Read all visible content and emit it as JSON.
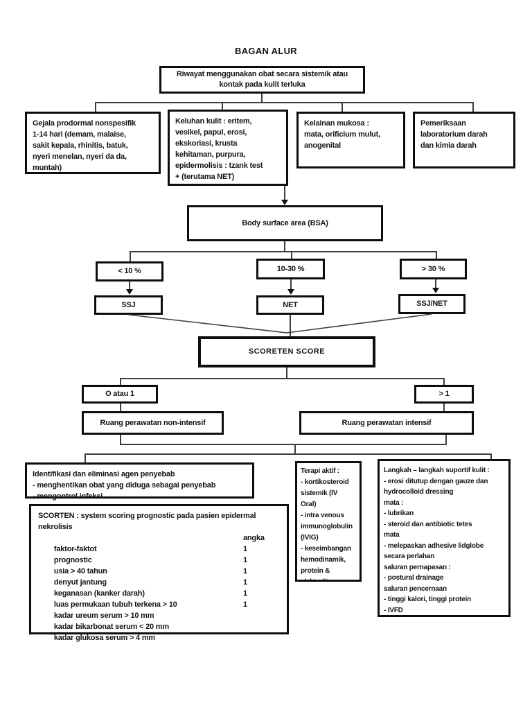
{
  "title": "BAGAN ALUR",
  "flow": {
    "riwayat": "Riwayat menggunakan obat secara sistemik atau\nkontak pada kulit terluka",
    "gejala": "Gejala prodormal nonspesifik\n1-14 hari (demam, malaise,\nsakit kepala, rhinitis, batuk,\nnyeri menelan, nyeri da da,\nmuntah)",
    "keluhan": "Keluhan kulit : eritem,\nvesikel, papul, erosi,\nekskoriasi, krusta\nkehitaman, purpura,\nepidermolisis : tzank test\n+ (terutama NET)",
    "kelainan": "Kelainan mukosa :\nmata, orificium mulut,\nanogenital",
    "pemeriksaan": "Pemeriksaan\nlaboratorium darah\ndan kimia darah",
    "bsa": "Body surface area (BSA)",
    "pct_lt10": "< 10 %",
    "pct_mid": "10-30 %",
    "pct_gt30": "> 30 %",
    "dx_ssj": "SSJ",
    "dx_net": "NET",
    "dx_ssjnet": "SSJ/NET",
    "scoreten": "SCORETEN SCORE",
    "score_low": "O atau 1",
    "score_high": "> 1",
    "ward_non_intensive": "Ruang perawatan non-intensif",
    "ward_intensive": "Ruang perawatan intensif",
    "identifikasi": "Identifikasi dan eliminasi agen penyebab\n- menghentikan obat yang diduga sebagai penyebab\n- mengontrol infeksi",
    "terapi": "Terapi aktif :\n- kortikosteroid\nsistemik (IV\nOral)\n- intra venous\nimmunoglobulin\n(IVIG)\n- keseimbangan\nhemodinamik,\nprotein &\nelektrolit serum",
    "langkah": "Langkah – langkah suportif kulit :\n- erosi ditutup dengan gauze dan\nhydrocolloid dressing\nmata :\n- lubrikan\n- steroid dan antibiotic tetes\nmata\n- melepaskan adhesive lidglobe\nsecara perlahan\nsaluran pernapasan :\n- postural drainage\nsaluran pencernaan\n- tinggi kalori, tinggi protein\n- IVFD"
  },
  "scorten": {
    "header": "SCORTEN : system scoring prognostic pada pasien epidermal\nnekrolisis",
    "rows": [
      {
        "label": "faktor-faktot",
        "value": "angka"
      },
      {
        "label": "prognostic",
        "value": "1"
      },
      {
        "label": "usia > 40 tahun",
        "value": "1"
      },
      {
        "label": "denyut jantung",
        "value": "1"
      },
      {
        "label": "keganasan (kanker darah)",
        "value": "1"
      },
      {
        "label": "luas permukaan tubuh terkena > 10",
        "value": "1"
      },
      {
        "label": "kadar ureum serum > 10 mm",
        "value": "1"
      },
      {
        "label": "kadar bikarbonat serum < 20 mm",
        "value": ""
      },
      {
        "label": "kadar glukosa serum > 4 mm",
        "value": ""
      }
    ]
  },
  "colors": {
    "box_border": "#0d0d0d",
    "connector_line": "#3c3c3c",
    "text": "#141414",
    "background": "#ffffff"
  }
}
